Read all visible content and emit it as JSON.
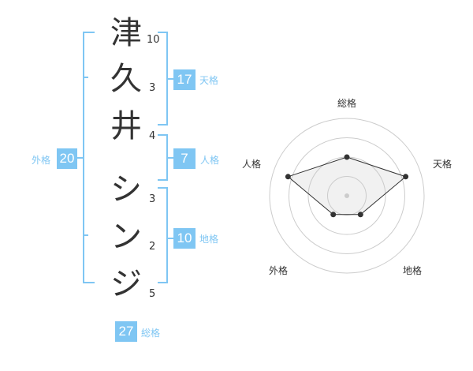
{
  "name": {
    "chars": [
      {
        "char": "津",
        "strokes": "10"
      },
      {
        "char": "久",
        "strokes": "3"
      },
      {
        "char": "井",
        "strokes": "4"
      },
      {
        "char": "シ",
        "strokes": "3"
      },
      {
        "char": "ン",
        "strokes": "2"
      },
      {
        "char": "ジ",
        "strokes": "5"
      }
    ]
  },
  "fortune": {
    "tenkaku": {
      "value": "17",
      "label": "天格"
    },
    "jinkaku": {
      "value": "7",
      "label": "人格"
    },
    "chikaku": {
      "value": "10",
      "label": "地格"
    },
    "gaikaku": {
      "value": "20",
      "label": "外格"
    },
    "soukaku": {
      "value": "27",
      "label": "総格"
    }
  },
  "colors": {
    "accent": "#7fc6f3",
    "text": "#333333",
    "grid": "#cccccc"
  },
  "chart_data": {
    "type": "radar",
    "axes": [
      "総格",
      "天格",
      "地格",
      "外格",
      "人格"
    ],
    "values": [
      2.5,
      4,
      1.5,
      1.5,
      4
    ],
    "rmax": 5,
    "rings": 4
  }
}
